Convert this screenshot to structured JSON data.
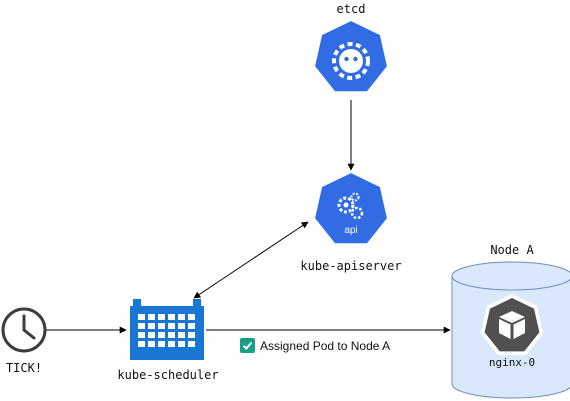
{
  "labels": {
    "etcd": "etcd",
    "apiserver": "kube-apiserver",
    "api_badge": "api",
    "scheduler": "kube-scheduler",
    "tick": "TICK!",
    "node": "Node A",
    "pod": "nginx-0",
    "assigned": "Assigned Pod to Node A"
  },
  "colors": {
    "k8s_blue": "#326ce5",
    "node_fill": "#dae8fc",
    "node_stroke": "#6c8ebf",
    "check_green": "#16a085"
  },
  "icons": {
    "etcd": "etcd-icon",
    "apiserver": "api-icon",
    "scheduler": "calendar-icon",
    "clock": "clock-icon",
    "pod": "pod-icon",
    "check": "checkbox-icon"
  }
}
